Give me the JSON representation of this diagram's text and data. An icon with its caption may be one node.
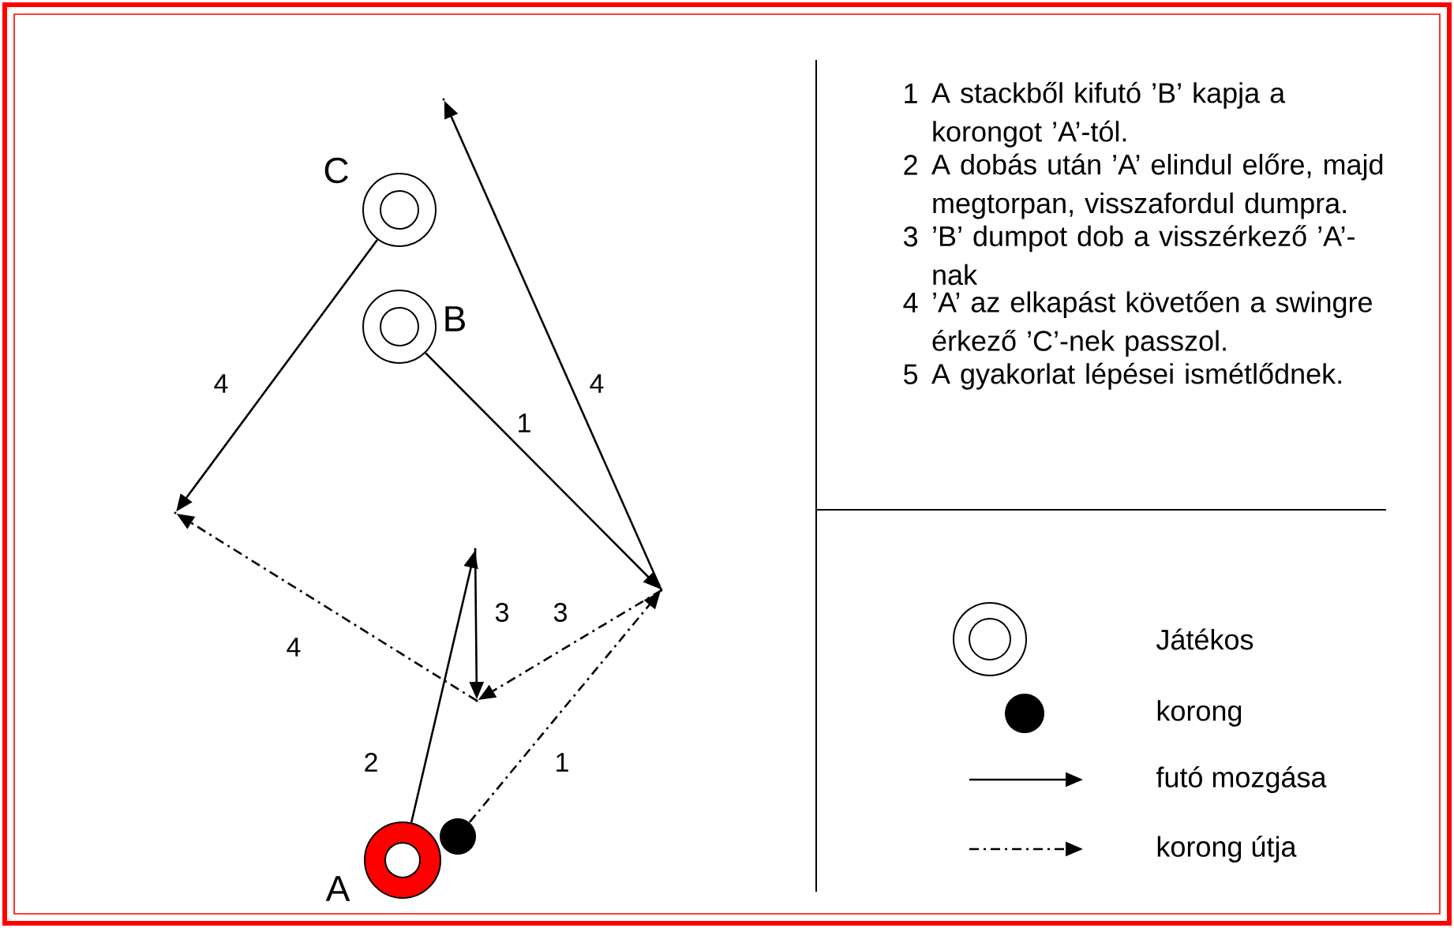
{
  "diagram": {
    "nodes": [
      {
        "text": [],
        "shape": "circle",
        "beside": [
          "C"
        ]
      },
      {
        "text": [],
        "shape": "circle",
        "beside": [
          "B"
        ]
      },
      {
        "text": [],
        "shape": "circle",
        "beside": [
          "A"
        ]
      },
      {
        "text": [],
        "shape": "circle"
      },
      {
        "text": [],
        "shape": "point"
      },
      {
        "text": [],
        "shape": "point"
      },
      {
        "text": [],
        "shape": "point"
      },
      {
        "text": [],
        "shape": "point"
      },
      {
        "text": [],
        "shape": "point"
      }
    ],
    "edges": [
      {
        "from": 1,
        "to": 7,
        "arrow": "to",
        "label": "1"
      },
      {
        "from": 7,
        "to": 4,
        "arrow": "to",
        "label": "4"
      },
      {
        "from": 0,
        "to": 5,
        "arrow": "to",
        "label": "4"
      },
      {
        "from": 8,
        "to": 5,
        "arrow": "to",
        "label": "4",
        "style": "dashed"
      },
      {
        "from": 2,
        "to": 6,
        "arrow": "to",
        "label": "2"
      },
      {
        "from": 6,
        "to": 8,
        "arrow": "to",
        "label": "3"
      },
      {
        "from": 7,
        "to": 8,
        "arrow": "to",
        "label": "3",
        "style": "dashed"
      },
      {
        "from": 3,
        "to": 7,
        "arrow": "to",
        "label": "1",
        "style": "dashed"
      }
    ],
    "labels": [
      "1",
      "A stackből kifutó ’B’ kapja a korongot ’A’-tól.",
      "2",
      "A dobás után ’A’ elindul előre, majd megtorpan, visszafordul dumpra.",
      "3",
      "’B’ dumpot dob a visszérkező ’A’-nak",
      "4",
      "’A’ az elkapást követően a swingre érkező ’C’-nek passzol.",
      "5",
      "A gyakorlat lépései ismétlődnek."
    ],
    "legend": [
      {
        "text": "Játékos"
      },
      {
        "text": "korong"
      },
      {
        "text": "futó mozgása"
      },
      {
        "text": "korong útja"
      }
    ]
  }
}
